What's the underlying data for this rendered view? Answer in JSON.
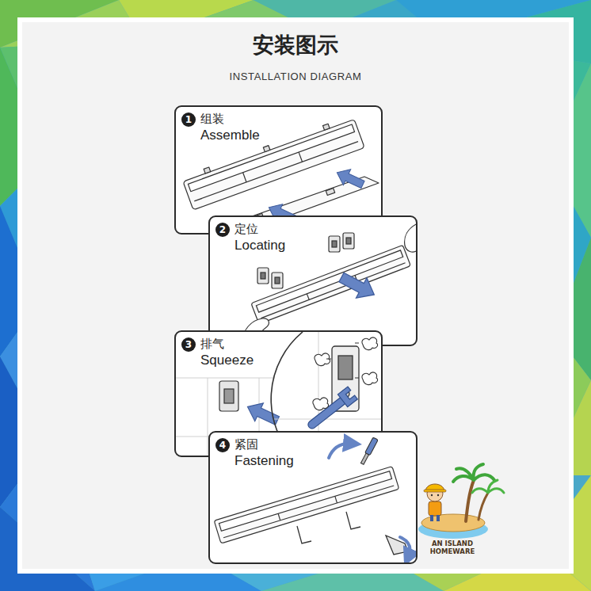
{
  "diagram": {
    "title": "安装图示",
    "nodes": [
      {
        "text": [
          "1",
          "组装",
          "Assemble"
        ]
      },
      {
        "text": [
          "2",
          "定位",
          "Locating"
        ]
      },
      {
        "text": [
          "3",
          "排气",
          "Squeeze"
        ]
      },
      {
        "text": [
          "4",
          "紧固",
          "Fastening"
        ]
      }
    ],
    "labels": [
      "INSTALLATION DIAGRAM",
      "AN ISLAND HOMEWARE"
    ]
  }
}
